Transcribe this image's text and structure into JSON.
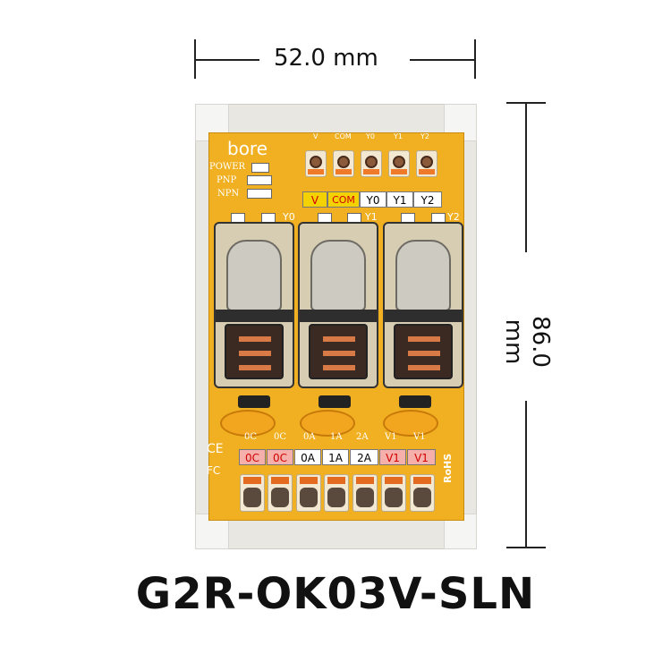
{
  "dimensions": {
    "width_label": "52.0 mm",
    "height_label": "86.0 mm"
  },
  "board": {
    "brand": "bore",
    "status_labels": [
      "POWER",
      "PNP",
      "NPN"
    ],
    "top_terminals": [
      {
        "label": "V",
        "bg": "#f4d100",
        "fg": "#d00000"
      },
      {
        "label": "COM",
        "bg": "#f4d100",
        "fg": "#d00000"
      },
      {
        "label": "Y0",
        "bg": "#ffffff",
        "fg": "#000000"
      },
      {
        "label": "Y1",
        "bg": "#ffffff",
        "fg": "#000000"
      },
      {
        "label": "Y2",
        "bg": "#ffffff",
        "fg": "#000000"
      }
    ],
    "top_silk": [
      "V",
      "COM",
      "Y0",
      "Y1",
      "Y2"
    ],
    "relay_labels": [
      "Y0",
      "Y1",
      "Y2"
    ],
    "bottom_silk": [
      "0C",
      "0C",
      "0A",
      "1A",
      "2A",
      "V1",
      "V1"
    ],
    "bottom_terminals": [
      {
        "label": "0C",
        "bg": "#f6b0ab",
        "fg": "#d00000"
      },
      {
        "label": "0C",
        "bg": "#f6b0ab",
        "fg": "#d00000"
      },
      {
        "label": "0A",
        "bg": "#ffffff",
        "fg": "#000000"
      },
      {
        "label": "1A",
        "bg": "#ffffff",
        "fg": "#000000"
      },
      {
        "label": "2A",
        "bg": "#ffffff",
        "fg": "#000000"
      },
      {
        "label": "V1",
        "bg": "#f6b0ab",
        "fg": "#d00000"
      },
      {
        "label": "V1",
        "bg": "#f6b0ab",
        "fg": "#d00000"
      }
    ],
    "marks": [
      "CE",
      "FC",
      "RoHS"
    ]
  },
  "model_name": "G2R-OK03V-SLN"
}
